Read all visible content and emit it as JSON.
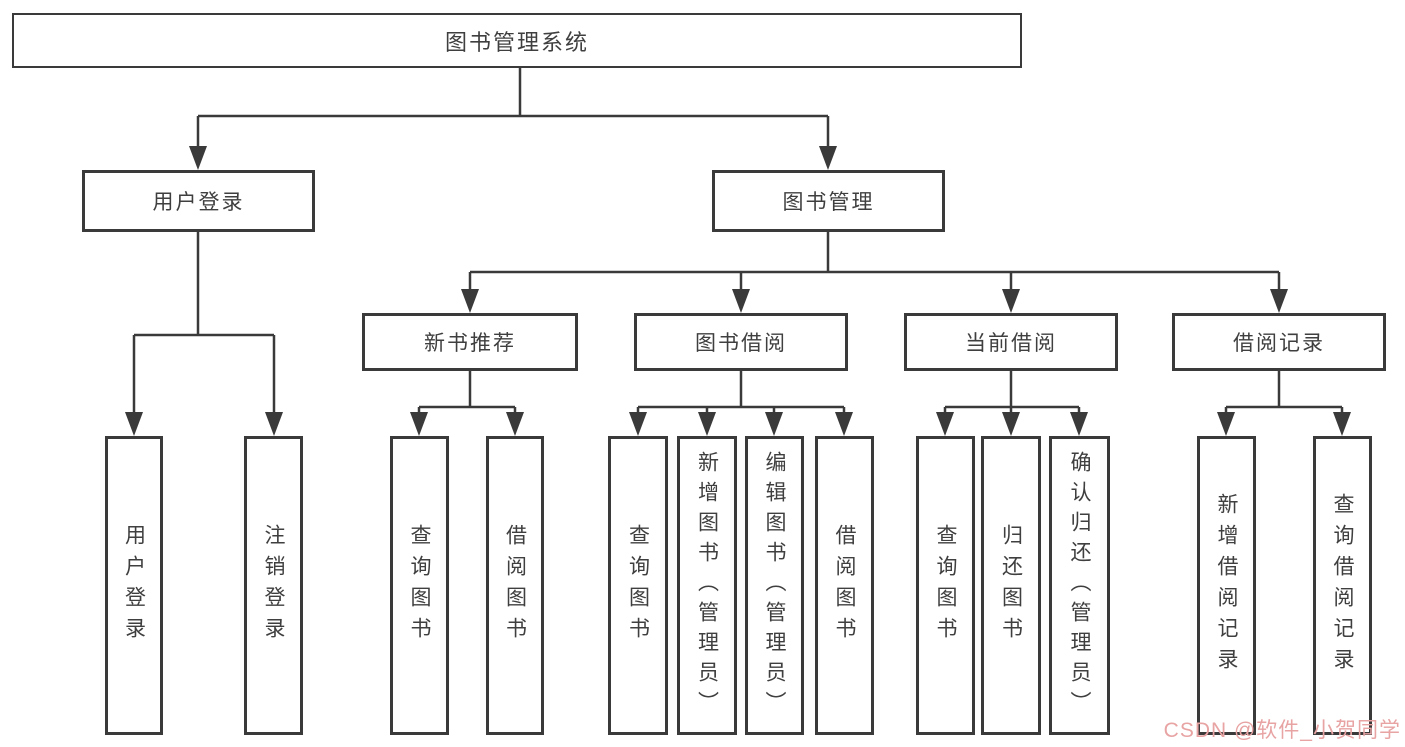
{
  "diagram": {
    "root": {
      "label": "图书管理系统"
    },
    "level2": [
      {
        "label": "用户登录",
        "children": [
          {
            "label": "用户登录"
          },
          {
            "label": "注销登录"
          }
        ]
      },
      {
        "label": "图书管理",
        "children": [
          {
            "label": "新书推荐",
            "children": [
              {
                "label": "查询图书"
              },
              {
                "label": "借阅图书"
              }
            ]
          },
          {
            "label": "图书借阅",
            "children": [
              {
                "label": "查询图书"
              },
              {
                "label": "新增图书（管理员）"
              },
              {
                "label": "编辑图书（管理员）"
              },
              {
                "label": "借阅图书"
              }
            ]
          },
          {
            "label": "当前借阅",
            "children": [
              {
                "label": "查询图书"
              },
              {
                "label": "归还图书"
              },
              {
                "label": "确认归还（管理员）"
              }
            ]
          },
          {
            "label": "借阅记录",
            "children": [
              {
                "label": "新增借阅记录"
              },
              {
                "label": "查询借阅记录"
              }
            ]
          }
        ]
      }
    ]
  },
  "watermark": {
    "text": "CSDN @软件_小贺同学"
  },
  "colors": {
    "line": "#3a3a3a",
    "text": "#3f3f3f",
    "box_bg": "#ffffff",
    "page_bg": "#ffffff",
    "watermark": "#e8a3a3"
  }
}
